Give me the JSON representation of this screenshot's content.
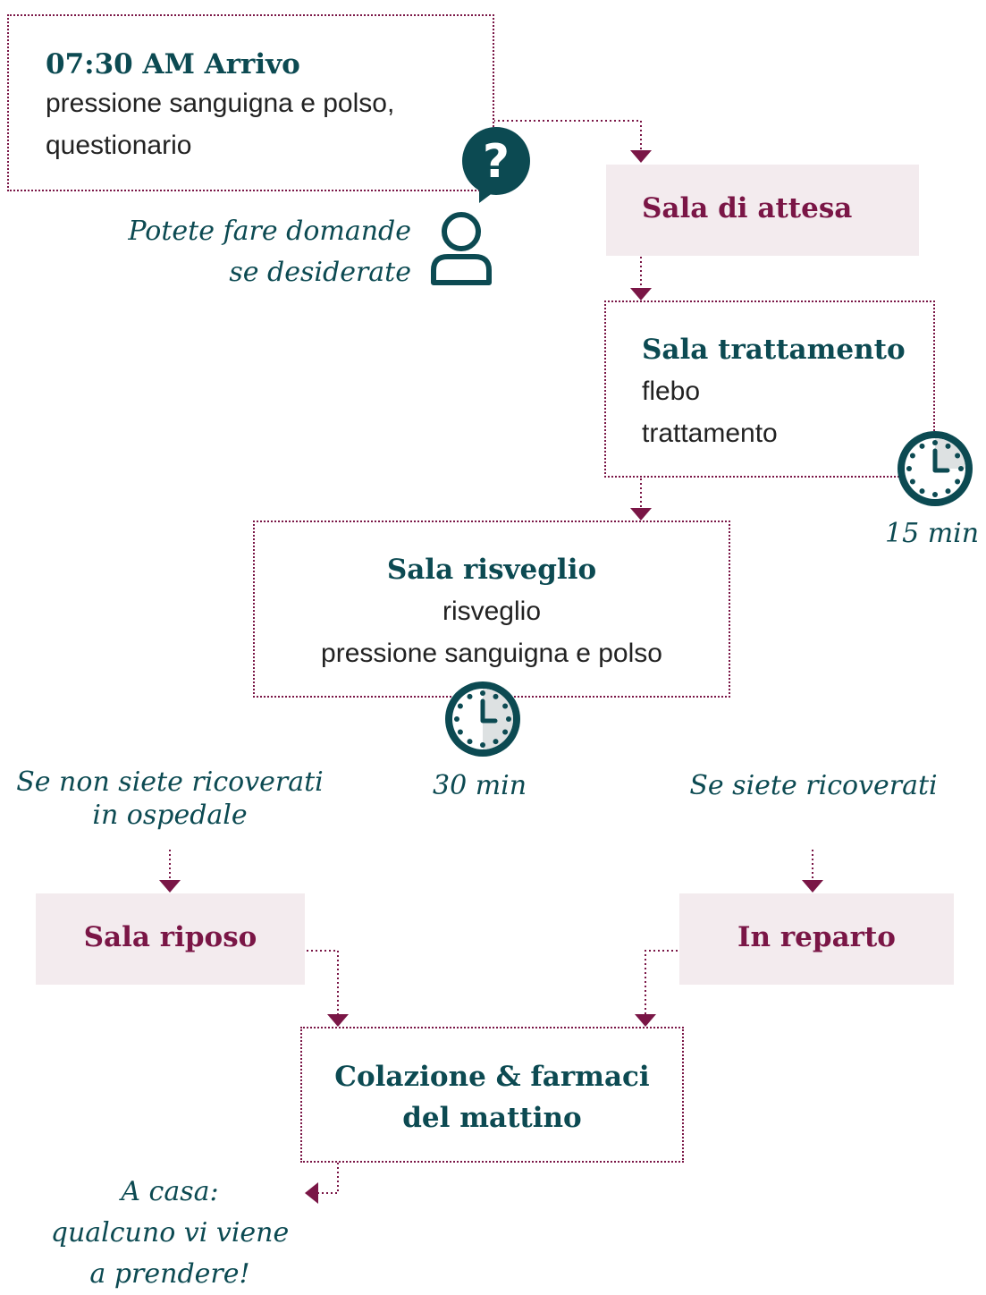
{
  "colors": {
    "teal": "#0c4a52",
    "maroon": "#7a1646",
    "shade": "#f3ebee"
  },
  "arrival": {
    "title": "07:30 AM Arrivo",
    "lines": [
      "pressione sanguigna e polso,",
      "questionario"
    ]
  },
  "questions_note": {
    "lines": [
      "Potete fare domande",
      "se desiderate"
    ],
    "icons": [
      "question-bubble-icon",
      "person-icon"
    ]
  },
  "waiting_room": {
    "title": "Sala di attesa"
  },
  "treatment_room": {
    "title": "Sala trattamento",
    "lines": [
      "flebo",
      "trattamento"
    ],
    "duration": "15 min"
  },
  "recovery_room": {
    "title": "Sala risveglio",
    "lines": [
      "risveglio",
      "pressione sanguigna e polso"
    ],
    "duration": "30 min"
  },
  "branch_not_admitted": {
    "lines": [
      "Se non siete ricoverati",
      "in ospedale"
    ]
  },
  "branch_admitted": {
    "text": "Se siete ricoverati"
  },
  "rest_room": {
    "title": "Sala riposo"
  },
  "ward": {
    "title": "In reparto"
  },
  "breakfast": {
    "lines": [
      "Colazione & farmaci",
      "del mattino"
    ]
  },
  "home_note": {
    "lines": [
      "A casa:",
      "qualcuno vi viene",
      "a prendere!"
    ]
  }
}
